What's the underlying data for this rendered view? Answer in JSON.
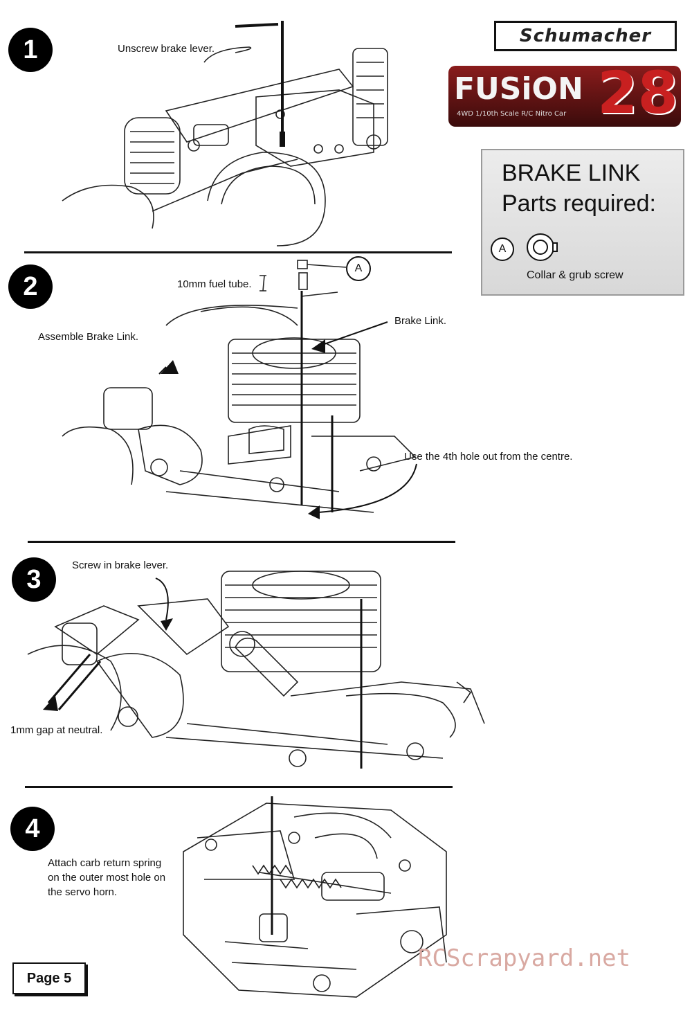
{
  "brand": {
    "name": "Schumacher"
  },
  "logo": {
    "word": "FUSiON",
    "number": "28",
    "tagline": "4WD 1/10th Scale R/C Nitro Car"
  },
  "parts_box": {
    "title": "BRAKE LINK",
    "subtitle": "Parts required:",
    "part_letter": "A",
    "part_label": "Collar & grub screw"
  },
  "steps": [
    {
      "number": "1",
      "captions": [
        "Unscrew brake lever."
      ]
    },
    {
      "number": "2",
      "captions": [
        "10mm fuel tube.",
        "A",
        "Assemble Brake Link.",
        "Brake Link.",
        "Use the 4th hole out from the centre."
      ]
    },
    {
      "number": "3",
      "captions": [
        "Screw in brake lever.",
        "1mm gap at neutral."
      ]
    },
    {
      "number": "4",
      "captions": [
        "Attach carb return spring",
        "on the outer most hole on",
        "the servo horn."
      ]
    }
  ],
  "page_label": "Page 5",
  "watermark": "RCScrapyard.net",
  "colors": {
    "logo_red": "#8a1c1c",
    "parts_box_bg": "#e2e2e2",
    "watermark": "#d9a9a2"
  }
}
